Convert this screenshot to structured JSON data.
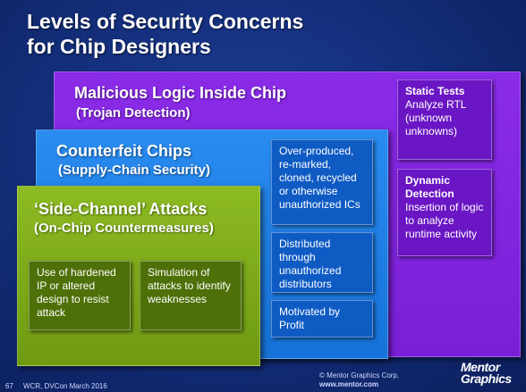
{
  "title": {
    "line1": "Levels of Security Concerns",
    "line2": "for Chip Designers"
  },
  "layers": {
    "malicious": {
      "heading": "Malicious Logic Inside Chip",
      "subheading": "(Trojan Detection)",
      "color": "#7a1fd8",
      "boxes": [
        {
          "title": "Static Tests",
          "text": "Analyze RTL (unknown unknowns)"
        },
        {
          "title": "Dynamic Detection",
          "text": "Insertion of logic to analyze runtime activity"
        }
      ]
    },
    "counterfeit": {
      "heading": "Counterfeit Chips",
      "subheading": "(Supply-Chain Security)",
      "color": "#1672d8",
      "boxes": [
        "Over-produced, re-marked, cloned, recycled or otherwise unauthorized ICs",
        "Distributed through unauthorized distributors",
        "Motivated by Profit"
      ]
    },
    "sidechannel": {
      "heading": "‘Side-Channel’ Attacks",
      "subheading": "(On-Chip Countermeasures)",
      "color": "#6f9a12",
      "boxes": [
        "Use of hardened IP or altered design to resist attack",
        "Simulation of attacks to identify weaknesses"
      ]
    }
  },
  "footer": {
    "page_number": "67",
    "event": "WCR, DVCon March 2016",
    "copyright": "© Mentor Graphics Corp.",
    "url": "www.mentor.com",
    "logo_line1": "Mentor",
    "logo_line2": "Graphics"
  }
}
